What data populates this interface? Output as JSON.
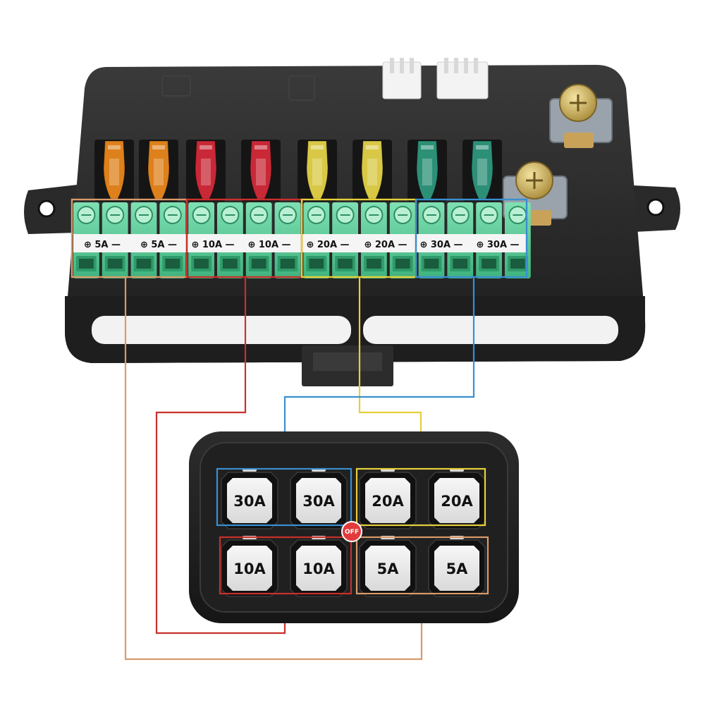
{
  "colors": {
    "group_5a": "#d99a6a",
    "group_10a": "#c9302c",
    "group_20a": "#e6cf3a",
    "group_30a": "#3a8fd0",
    "terminal_green": "#5fcf9a",
    "housing": "#262626",
    "switch_key": "#ececec"
  },
  "fuse_box": {
    "fuses": [
      {
        "rating": "5A",
        "color": "#f08a1c"
      },
      {
        "rating": "5A",
        "color": "#f08a1c"
      },
      {
        "rating": "10A",
        "color": "#d92a3a"
      },
      {
        "rating": "10A",
        "color": "#d92a3a"
      },
      {
        "rating": "20A",
        "color": "#e9d84a"
      },
      {
        "rating": "20A",
        "color": "#e9d84a"
      },
      {
        "rating": "30A",
        "color": "#2e9b80"
      },
      {
        "rating": "30A",
        "color": "#2e9b80"
      }
    ],
    "terminal_labels": [
      {
        "plus": "⊕",
        "rating": "5A",
        "minus": "—"
      },
      {
        "plus": "⊕",
        "rating": "5A",
        "minus": "—"
      },
      {
        "plus": "⊕",
        "rating": "10A",
        "minus": "—"
      },
      {
        "plus": "⊕",
        "rating": "10A",
        "minus": "—"
      },
      {
        "plus": "⊕",
        "rating": "20A",
        "minus": "—"
      },
      {
        "plus": "⊕",
        "rating": "20A",
        "minus": "—"
      },
      {
        "plus": "⊕",
        "rating": "30A",
        "minus": "—"
      },
      {
        "plus": "⊕",
        "rating": "30A",
        "minus": "—"
      }
    ],
    "connectors": [
      "3-pin-connector",
      "4-pin-connector"
    ],
    "studs": [
      "power-stud-icon",
      "ground-stud-icon"
    ]
  },
  "switch_panel": {
    "power_badge": "OFF",
    "top_row": [
      "30A",
      "30A",
      "20A",
      "20A"
    ],
    "bottom_row": [
      "10A",
      "10A",
      "5A",
      "5A"
    ]
  }
}
